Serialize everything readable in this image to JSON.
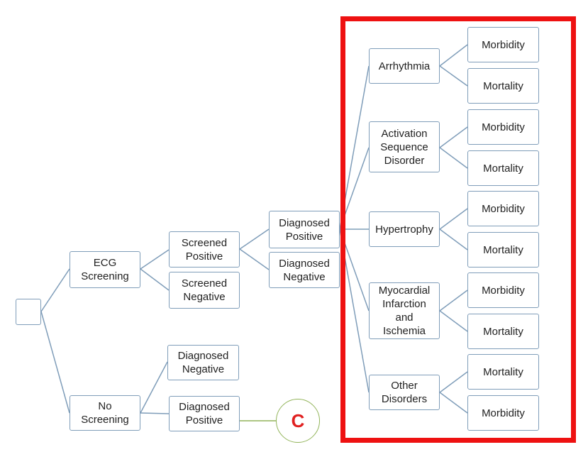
{
  "diagram": {
    "nodes": {
      "root": "",
      "ecg_screening": "ECG\nScreening",
      "no_screening": "No\nScreening",
      "screened_positive": "Screened\nPositive",
      "screened_negative": "Screened\nNegative",
      "no_screen_diag_negative": "Diagnosed\nNegative",
      "no_screen_diag_positive": "Diagnosed\nPositive",
      "diagnosed_positive": "Diagnosed\nPositive",
      "diagnosed_negative": "Diagnosed\nNegative",
      "arrhythmia": "Arrhythmia",
      "activation_sequence_disorder": "Activation\nSequence\nDisorder",
      "hypertrophy": "Hypertrophy",
      "myocardial_infarction": "Myocardial\nInfarction\nand\nIschemia",
      "other_disorders": "Other\nDisorders",
      "outcome_1": "Morbidity",
      "outcome_2": "Mortality",
      "outcome_3": "Morbidity",
      "outcome_4": "Mortality",
      "outcome_5": "Morbidity",
      "outcome_6": "Mortality",
      "outcome_7": "Morbidity",
      "outcome_8": "Mortality",
      "outcome_9": "Mortality",
      "outcome_10": "Morbidity"
    },
    "terminal": "C",
    "colors": {
      "edge": "#7f9db9",
      "terminal_edge": "#92b45a",
      "highlight": "#ee1111",
      "terminal_text": "#e02020"
    }
  }
}
